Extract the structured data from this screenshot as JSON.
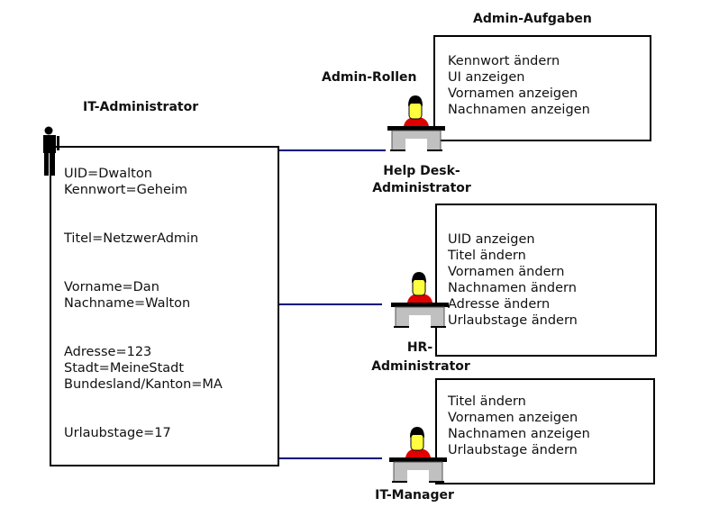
{
  "headers": {
    "tasks": "Admin-Aufgaben",
    "roles": "Admin-Rollen",
    "user": "IT-Administrator"
  },
  "user_attributes": [
    "UID=Dwalton",
    "Kennwort=Geheim",
    "Titel=NetzwerAdmin",
    "Vorname=Dan",
    "Nachname=Walton",
    "Adresse=123",
    "Stadt=MeineStadt",
    "Bundesland/Kanton=MA",
    "Urlaubstage=17"
  ],
  "roles": [
    {
      "label_lines": [
        "Help Desk-",
        "Administrator"
      ],
      "tasks": [
        "Kennwort ändern",
        "UI anzeigen",
        "Vornamen anzeigen",
        "Nachnamen anzeigen"
      ]
    },
    {
      "label_lines": [
        "HR-",
        "Administrator"
      ],
      "tasks": [
        "UID anzeigen",
        "Titel ändern",
        "Vornamen ändern",
        "Nachnamen ändern",
        "Adresse ändern",
        "Urlaubstage ändern"
      ]
    },
    {
      "label_lines": [
        "IT-Manager"
      ],
      "tasks": [
        "Titel ändern",
        "Vornamen anzeigen",
        "Nachnamen anzeigen",
        "Urlaubstage ändern"
      ]
    }
  ],
  "colors": {
    "connector": "#000080",
    "shirt": "#e00000",
    "face": "#ffff40",
    "desk": "#c0c0c0"
  },
  "icons": {
    "user": "person-icon",
    "role": "admin-at-desk-icon"
  }
}
